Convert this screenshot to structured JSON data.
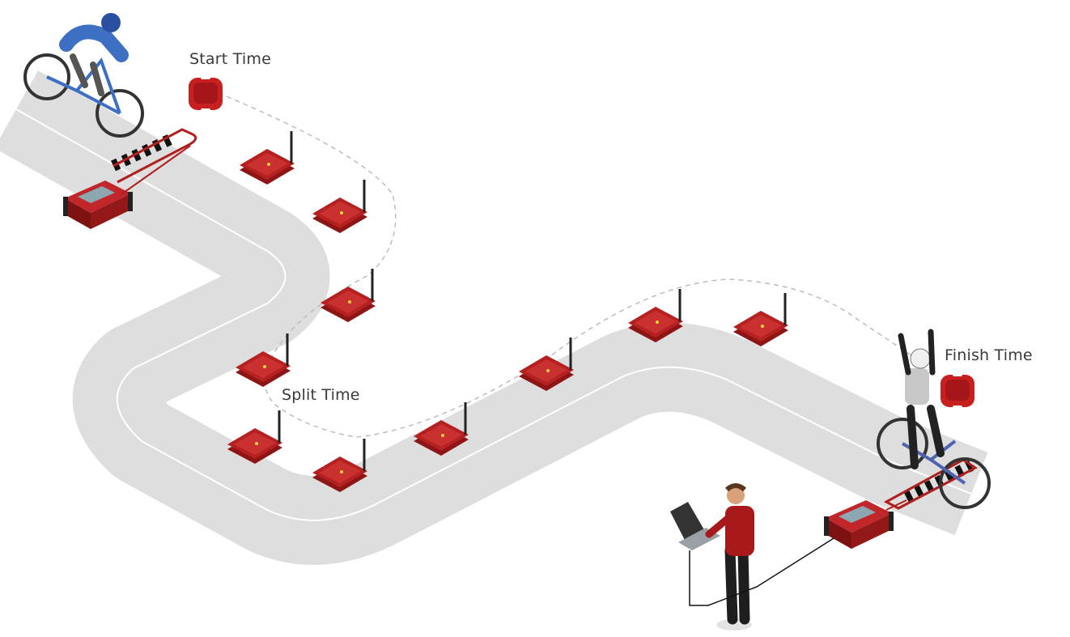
{
  "labels": {
    "start": "Start Time",
    "split": "Split Time",
    "finish": "Finish Time"
  },
  "icons": {
    "start_tag": "transponder-tag-icon",
    "finish_tag": "transponder-tag-icon",
    "decoder": "timing-decoder-icon",
    "split_receiver": "split-receiver-antenna-icon"
  },
  "colors": {
    "device_red": "#b01e1e",
    "device_dark": "#7a1010",
    "tag_red": "#c8201e",
    "track_gray": "#dcdcdc",
    "track_line": "#ffffff",
    "dashed_line": "#bdbdbd",
    "cyclist_start_jersey": "#3d6fc2",
    "cyclist_finish_jersey": "#c8c8c8",
    "operator_shirt": "#a8191c"
  }
}
